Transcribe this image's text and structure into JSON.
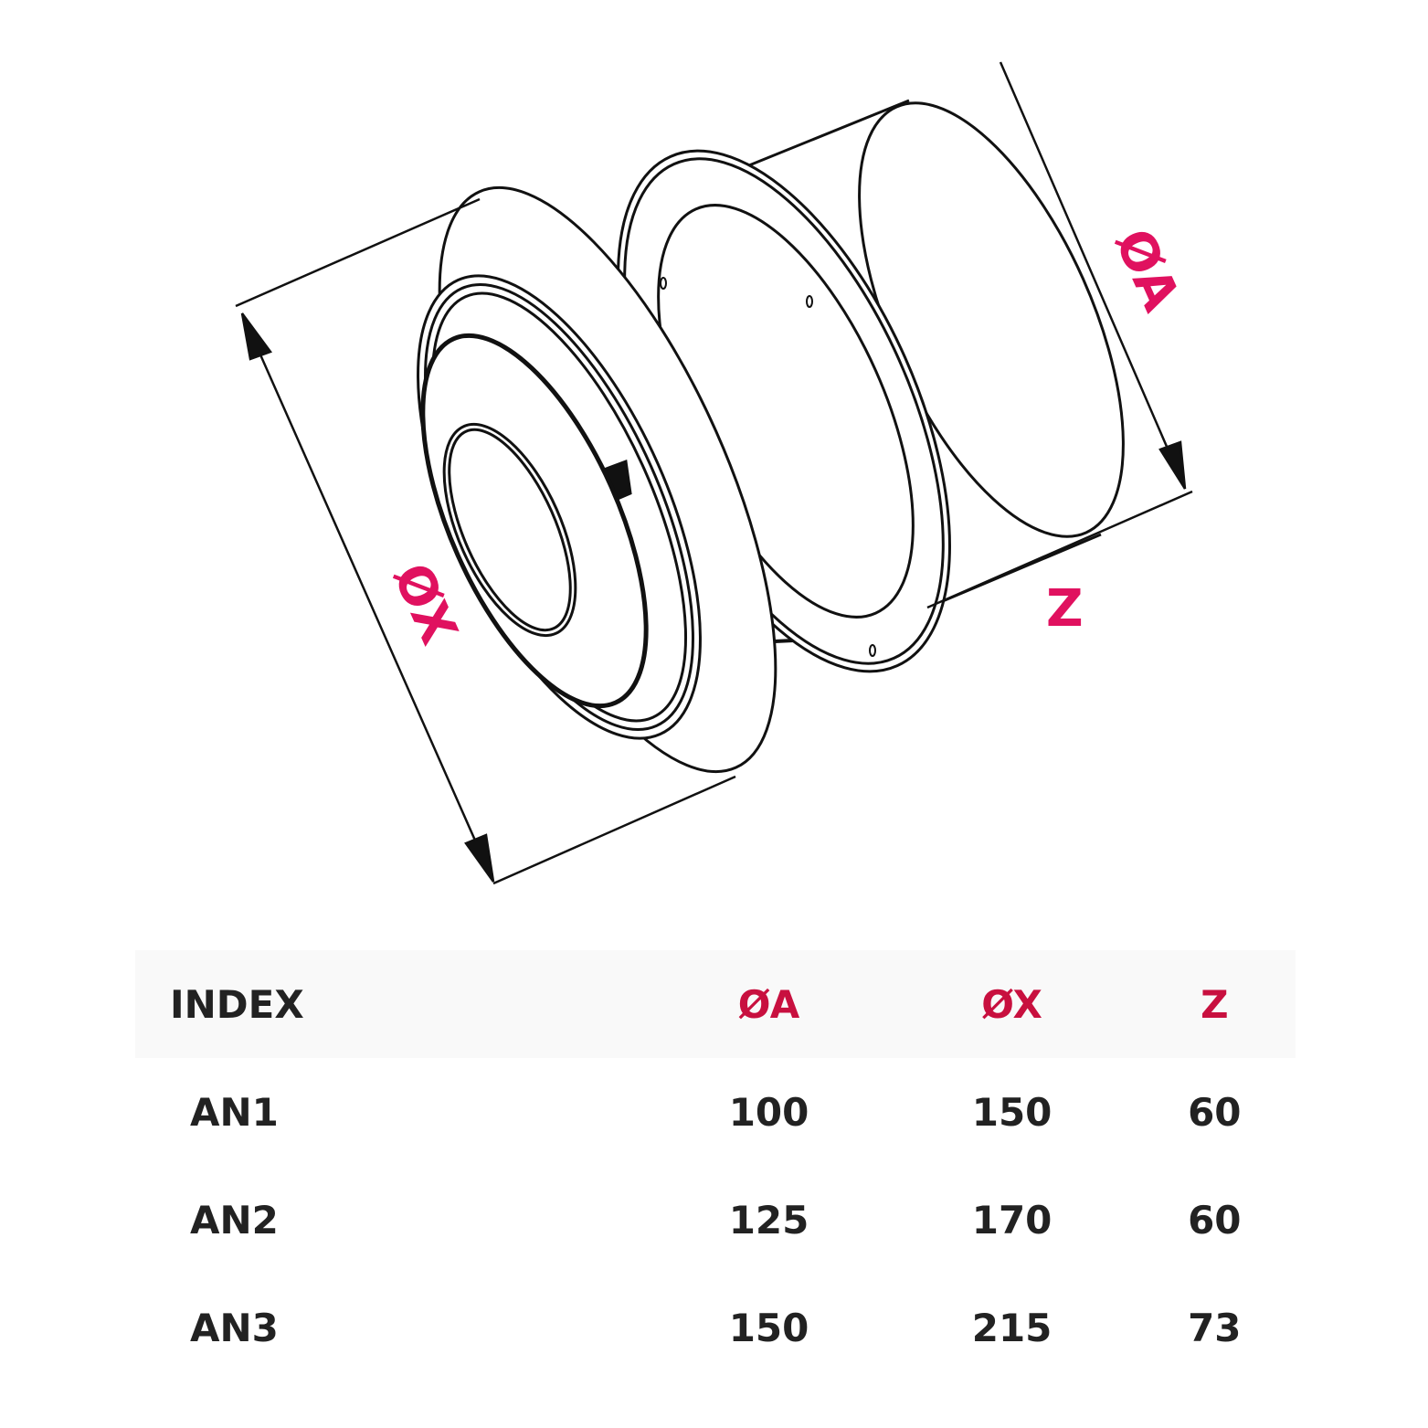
{
  "drawing": {
    "labels": {
      "diameter_a": "ØA",
      "diameter_x": "ØX",
      "depth": "Z"
    },
    "label_color": "#e0115f"
  },
  "table": {
    "headers": [
      "INDEX",
      "ØA",
      "ØX",
      "Z"
    ],
    "header_accent_color": "#c8103f",
    "rows": [
      [
        "AN1",
        "100",
        "150",
        "60"
      ],
      [
        "AN2",
        "125",
        "170",
        "60"
      ],
      [
        "AN3",
        "150",
        "215",
        "73"
      ]
    ]
  }
}
